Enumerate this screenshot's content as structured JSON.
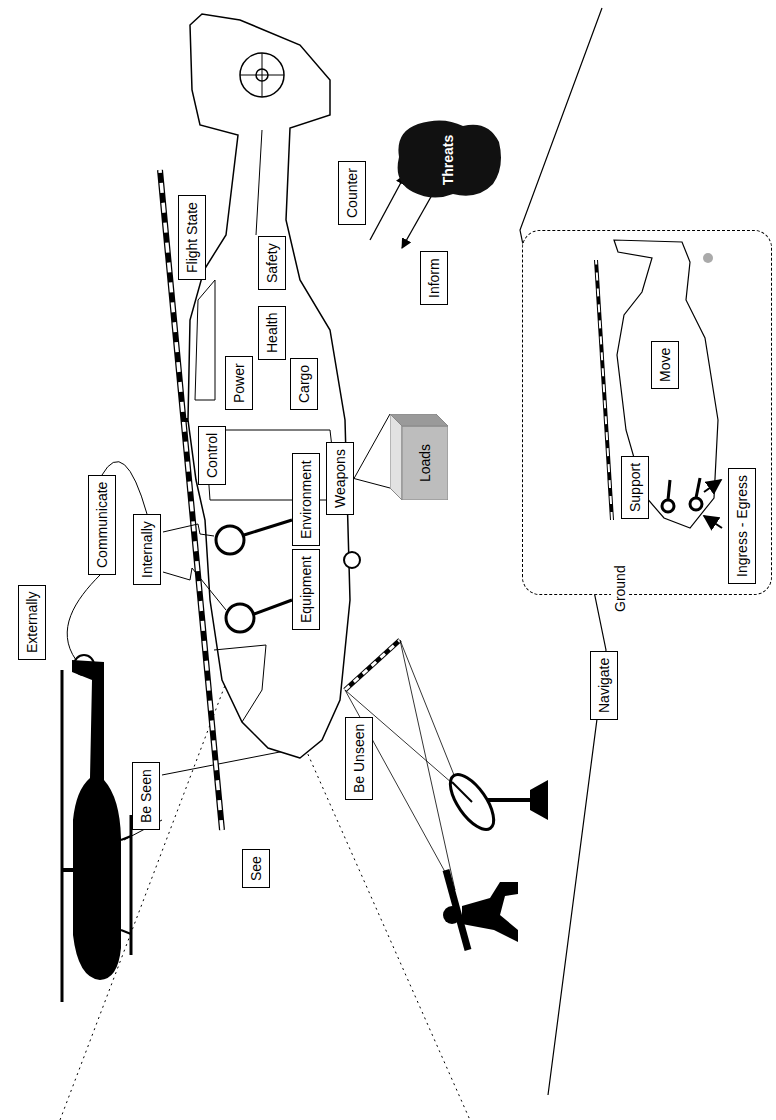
{
  "diagram": {
    "nodes": [
      {
        "text": [
          "Externally"
        ]
      },
      {
        "text": [
          "Communicate"
        ]
      },
      {
        "text": [
          "Internally"
        ]
      },
      {
        "text": [
          "Be Seen"
        ]
      },
      {
        "text": [
          "See"
        ]
      },
      {
        "text": [
          "Be Unseen"
        ]
      },
      {
        "text": [
          "Equipment"
        ]
      },
      {
        "text": [
          "Environment"
        ]
      },
      {
        "text": [
          "Control"
        ]
      },
      {
        "text": [
          "Power"
        ]
      },
      {
        "text": [
          "Weapons"
        ]
      },
      {
        "text": [
          "Cargo"
        ]
      },
      {
        "text": [
          "Health"
        ]
      },
      {
        "text": [
          "Safety"
        ]
      },
      {
        "text": [
          "Flight State"
        ]
      },
      {
        "text": [
          "Counter"
        ]
      },
      {
        "text": [
          "Inform"
        ]
      },
      {
        "text": [
          "Threats"
        ]
      },
      {
        "text": [
          "Loads"
        ]
      },
      {
        "text": [
          "Navigate"
        ]
      },
      {
        "text": [
          "Ground"
        ]
      },
      {
        "text": [
          "Support"
        ],
        "in": 20
      },
      {
        "text": [
          "Move"
        ],
        "in": 20
      },
      {
        "text": [
          "Ingress - Egress"
        ],
        "in": 20
      }
    ],
    "edges": [
      {
        "from": 1,
        "to": 2,
        "arrow": "none"
      },
      {
        "from": 10,
        "to": 18,
        "arrow": "none"
      }
    ]
  }
}
